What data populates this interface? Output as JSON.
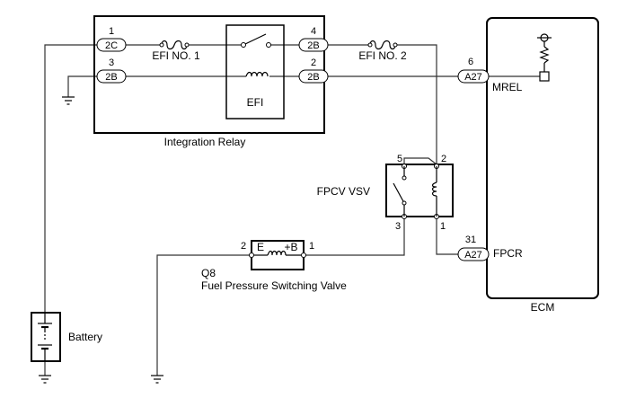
{
  "integration_relay": {
    "label": "Integration Relay",
    "relay_label": "EFI",
    "fuse1": "EFI NO. 1",
    "fuse2": "EFI NO. 2",
    "connectors": [
      {
        "code": "2C",
        "pin": "1"
      },
      {
        "code": "2B",
        "pin": "3"
      },
      {
        "code": "2B",
        "pin": "4"
      },
      {
        "code": "2B",
        "pin": "2"
      }
    ]
  },
  "ecm": {
    "label": "ECM",
    "mrel": {
      "code": "A27",
      "pin": "6",
      "signal": "MREL"
    },
    "fpcr": {
      "code": "A27",
      "pin": "31",
      "signal": "FPCR"
    }
  },
  "fpcv_vsv": {
    "label": "FPCV VSV",
    "pins": {
      "top_left": "5",
      "top_right": "2",
      "bottom_left": "3",
      "bottom_right": "1"
    }
  },
  "valve": {
    "code": "Q8",
    "name": "Fuel Pressure Switching Valve",
    "term_e": "E",
    "term_b": "+B",
    "pin_left": "2",
    "pin_right": "1"
  },
  "battery": {
    "label": "Battery"
  }
}
